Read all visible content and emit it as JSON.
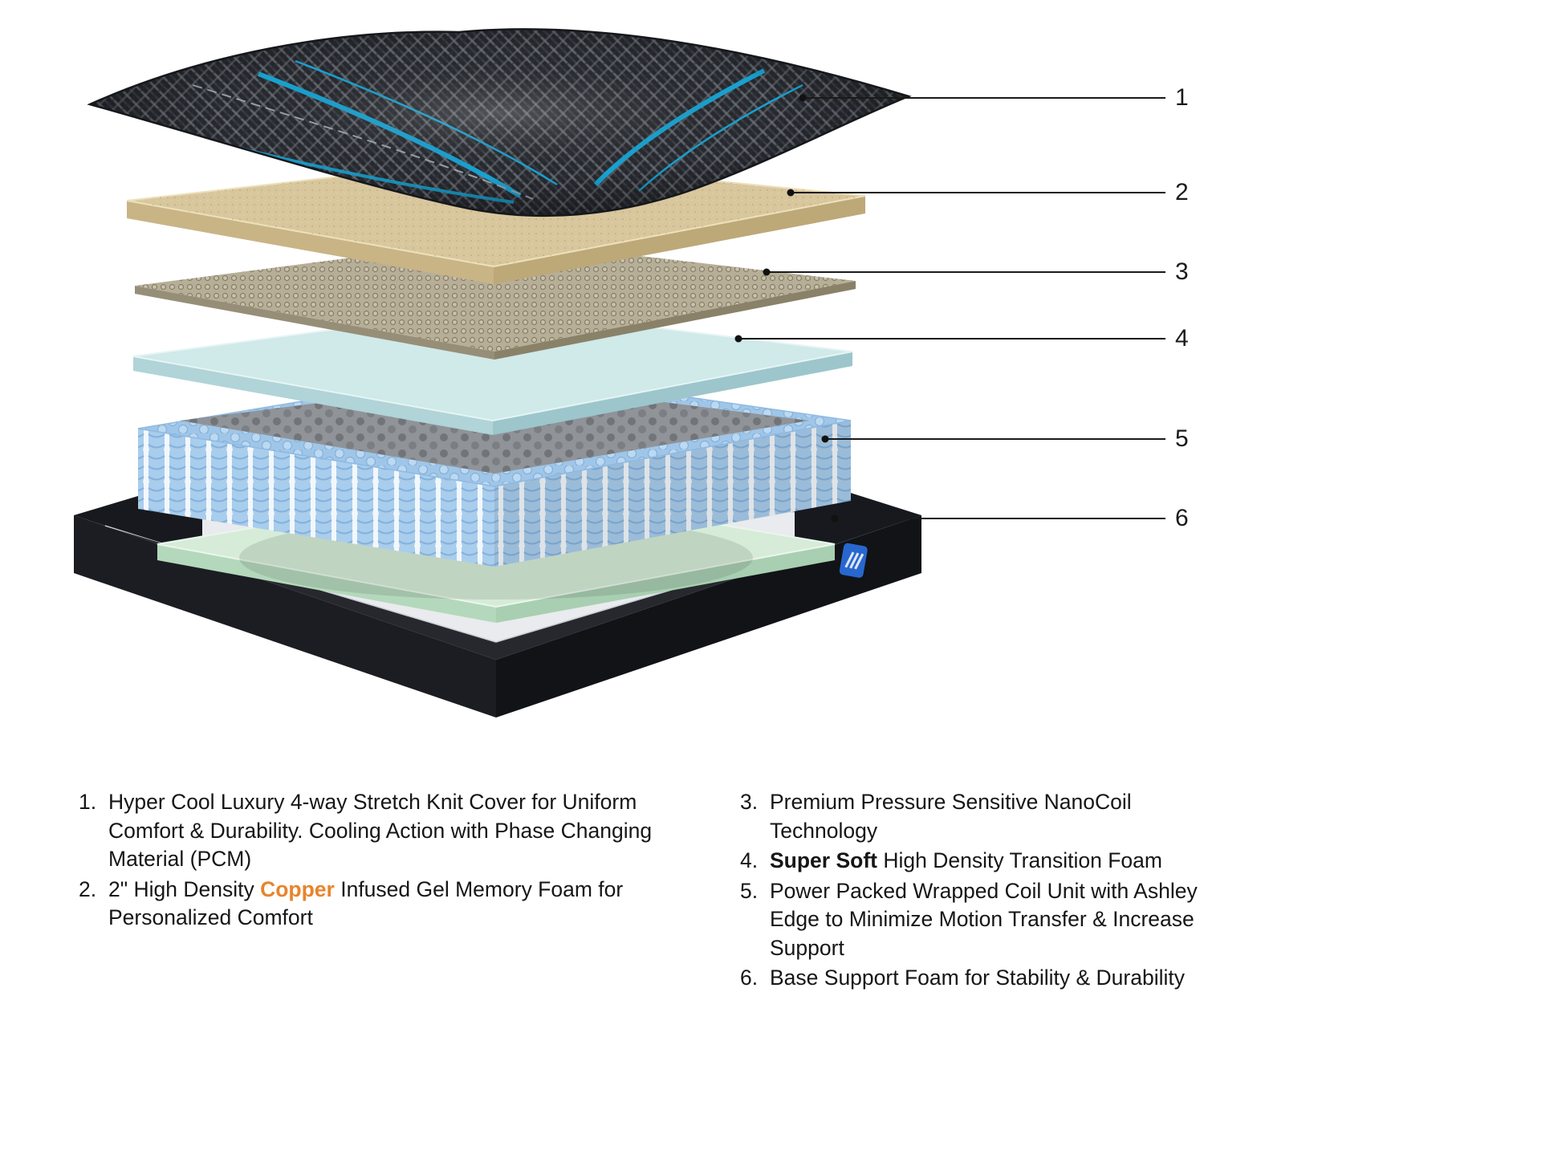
{
  "accent_color": "#E8842C",
  "callouts": [
    {
      "n": "1"
    },
    {
      "n": "2"
    },
    {
      "n": "3"
    },
    {
      "n": "4"
    },
    {
      "n": "5"
    },
    {
      "n": "6"
    }
  ],
  "layers": [
    {
      "id": "stretch-knit-cover",
      "color": "#2b2d32"
    },
    {
      "id": "copper-gel-memory-foam",
      "color": "#d8c69c"
    },
    {
      "id": "nanocoil-layer",
      "color": "#b7ae97"
    },
    {
      "id": "transition-foam",
      "color": "#d0e9e9"
    },
    {
      "id": "wrapped-coil-unit",
      "color": "#a9cdec"
    },
    {
      "id": "base-support-foam",
      "color": "#d6ecd8"
    }
  ],
  "legend": {
    "left": [
      {
        "num": "1.",
        "pre": "Hyper Cool Luxury 4-way Stretch Knit Cover for Uniform Comfort & Durability. Cooling Action with Phase Changing Material (PCM)",
        "mid": "",
        "mid_class": "seg",
        "post": ""
      },
      {
        "num": "2.",
        "pre": "2\" High Density ",
        "mid": "Copper",
        "mid_class": "seg accent",
        "post": " Infused Gel Memory Foam for Personalized Comfort"
      }
    ],
    "right": [
      {
        "num": "3.",
        "pre": "Premium Pressure Sensitive NanoCoil Technology",
        "mid": "",
        "mid_class": "seg",
        "post": ""
      },
      {
        "num": "4.",
        "pre": "",
        "mid": "Super Soft",
        "mid_class": "seg bold",
        "post": " High Density Transition Foam"
      },
      {
        "num": "5.",
        "pre": "Power Packed Wrapped Coil Unit with Ashley Edge to Minimize Motion Transfer & Increase Support",
        "mid": "",
        "mid_class": "seg",
        "post": ""
      },
      {
        "num": "6.",
        "pre": "Base Support Foam for Stability & Durability",
        "mid": "",
        "mid_class": "seg",
        "post": ""
      }
    ]
  }
}
